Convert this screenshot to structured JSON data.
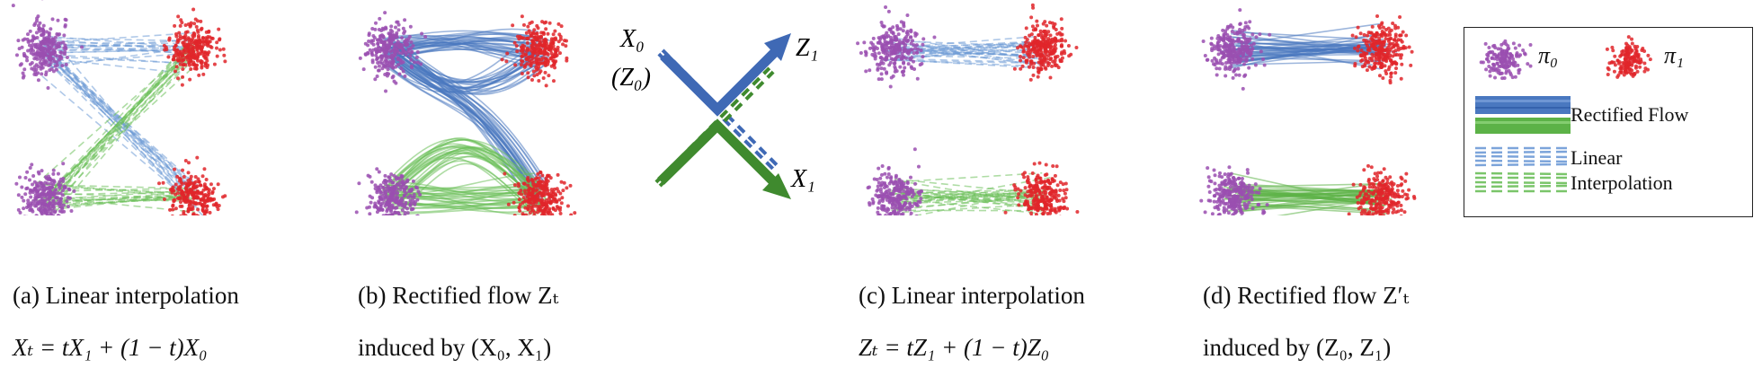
{
  "colors": {
    "pi0": "#9a4fb0",
    "pi1": "#e0262a",
    "rectified": "#4a78c0",
    "interp_blue": "#6e9bd6",
    "interp_green": "#6cbf5a",
    "arrow_blue": "#3f69b5",
    "arrow_green": "#3f8a2e"
  },
  "captions": {
    "a_line1": "(a) Linear interpolation",
    "a_line2": "Xₜ = tX₁ + (1 − t)X₀",
    "b_line1": "(b) Rectified flow Zₜ",
    "b_line2": "induced by (X₀, X₁)",
    "c_line1": "(c) Linear interpolation",
    "c_line2": "Zₜ = tZ₁ + (1 − t)Z₀",
    "d_line1": "(d) Rectified flow Z′ₜ",
    "d_line2": "induced by (Z₀, Z₁)"
  },
  "cross": {
    "label_x0": "X₀",
    "label_z0": "(Z₀)",
    "label_z1": "Z₁",
    "label_x1": "X₁"
  },
  "legend": {
    "pi0": "π₀",
    "pi1": "π₁",
    "rectified": "Rectified Flow",
    "linear": "Linear",
    "interpolation": "Interpolation"
  },
  "icons": [
    "pi0-scatter-icon",
    "pi1-scatter-icon",
    "rectified-flow-swatch-icon",
    "linear-interpolation-swatch-icon"
  ]
}
